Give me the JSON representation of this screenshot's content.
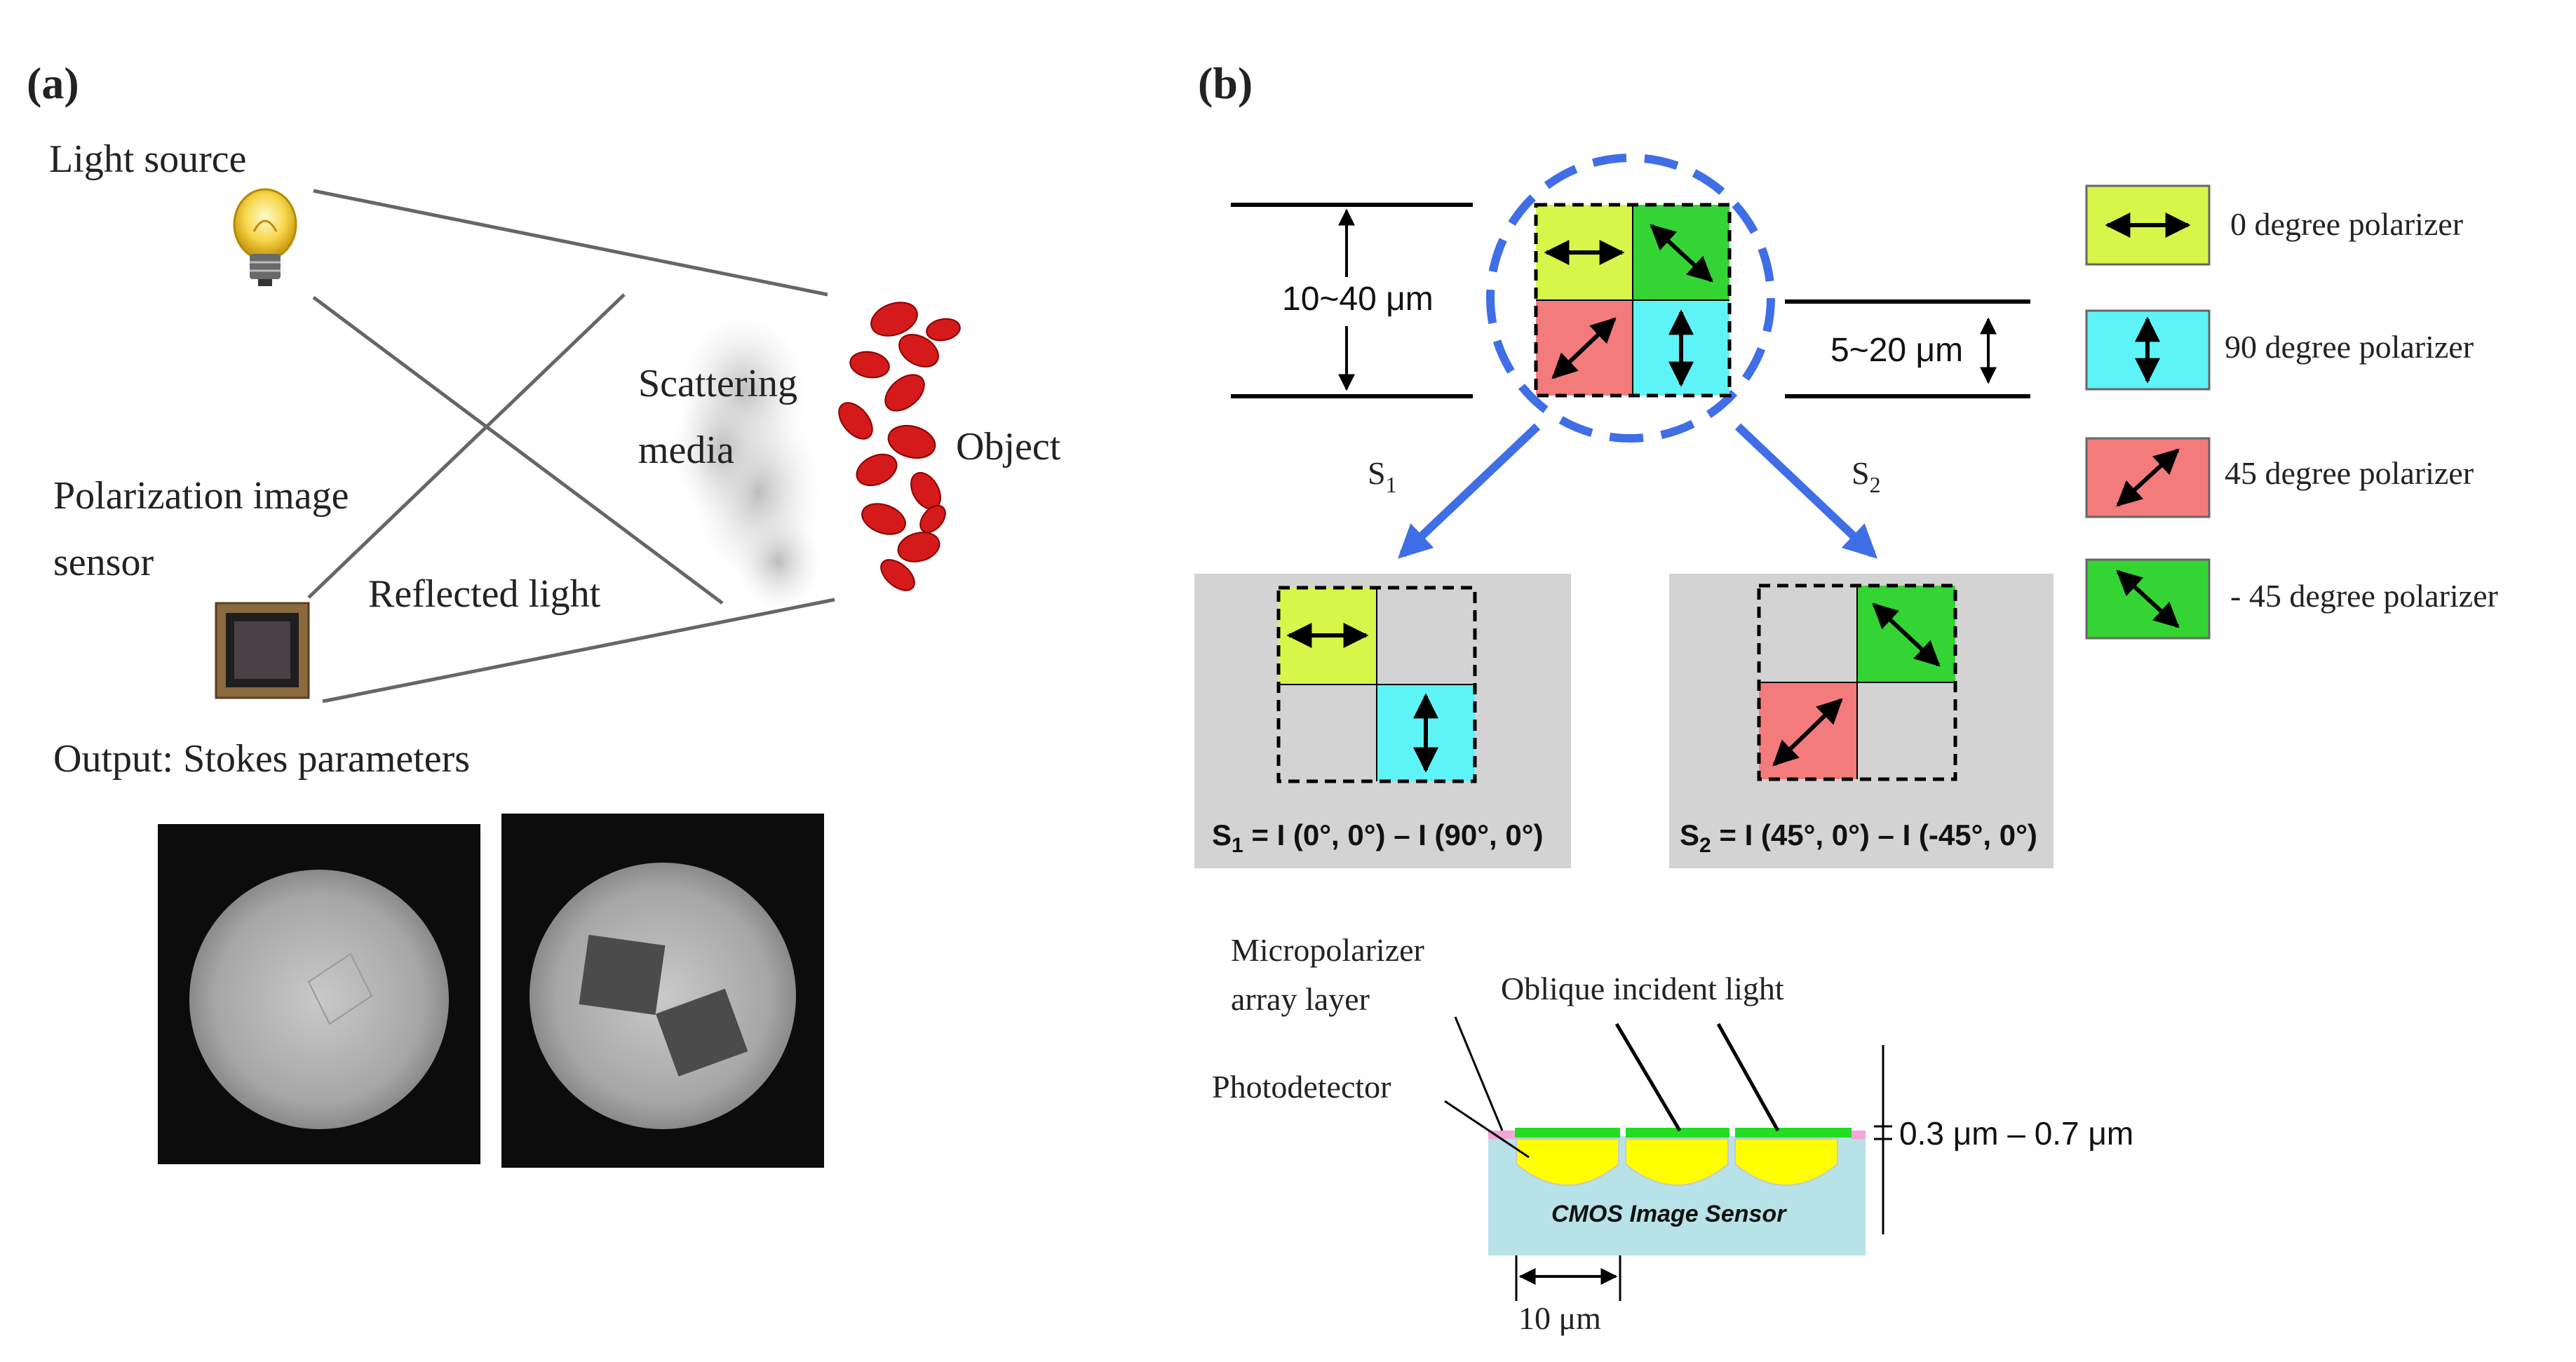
{
  "panel_a": {
    "label": "(a)",
    "light_source": "Light source",
    "scattering_media_1": "Scattering",
    "scattering_media_2": "media",
    "object": "Object",
    "sensor_1": "Polarization image",
    "sensor_2": "sensor",
    "reflected_light": "Reflected light",
    "output": "Output: Stokes parameters"
  },
  "panel_b": {
    "label": "(b)",
    "pitch_large": "10~40 μm",
    "pitch_small": "5~20 μm",
    "s1_arrow_label": "S",
    "s1_arrow_sub": "1",
    "s2_arrow_label": "S",
    "s2_arrow_sub": "2",
    "s1_formula_head": "S",
    "s1_formula_sub": "1",
    "s1_formula_body": " = I (0°, 0°) – I (90°, 0°)",
    "s2_formula_head": "S",
    "s2_formula_sub": "2",
    "s2_formula_body": " = I (45°, 0°) – I (-45°, 0°)",
    "legend": [
      {
        "label": "0 degree polarizer",
        "color": "#d8f54a"
      },
      {
        "label": "90 degree polarizer",
        "color": "#5ef3f7"
      },
      {
        "label": "45 degree polarizer",
        "color": "#f47b7b"
      },
      {
        "label": "- 45 degree polarizer",
        "color": "#35d435"
      }
    ],
    "micropolarizer_1": "Micropolarizer",
    "micropolarizer_2": "array layer",
    "oblique_light": "Oblique incident light",
    "photodetector": "Photodetector",
    "thickness": "0.3 μm – 0.7 μm",
    "cmos": "CMOS Image Sensor",
    "pixel_width": "10 μm"
  },
  "colors": {
    "blue_accent": "#3f6ee6",
    "yellow_green": "#d8f54a",
    "cyan": "#5ef3f7",
    "salmon": "#f47b7b",
    "green": "#35d435",
    "gray_panel": "#d3d3d3",
    "sensor_body": "#b7e3e8",
    "photodiode": "#ffff00",
    "pink_layer": "#f4a6d8"
  }
}
